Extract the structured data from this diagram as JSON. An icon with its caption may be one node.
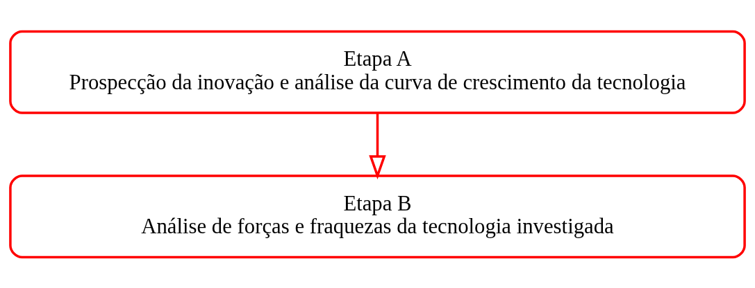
{
  "diagram": {
    "nodes": [
      {
        "text": [
          "Etapa A",
          "Prospecção da inovação e análise da curva de crescimento da tecnologia"
        ]
      },
      {
        "text": [
          "Etapa B",
          "Análise de forças e fraquezas da tecnologia investigada"
        ]
      }
    ],
    "edges": [
      {
        "from": 0,
        "to": 1,
        "arrow": "to"
      }
    ]
  }
}
